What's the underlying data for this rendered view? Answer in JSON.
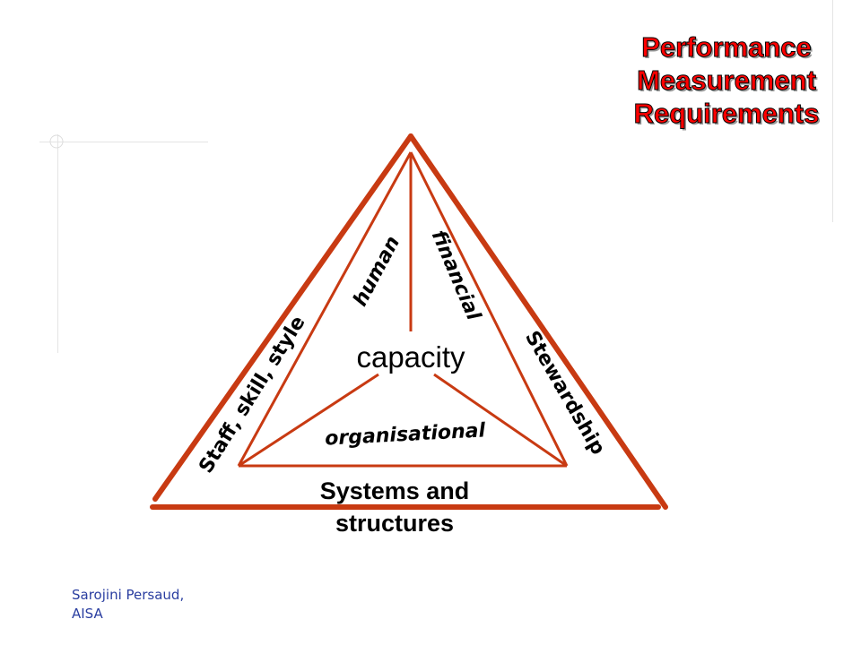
{
  "title": {
    "lines": [
      "Performance",
      "Measurement",
      "Requirements"
    ]
  },
  "diagram": {
    "center_label": "capacity",
    "labels": {
      "human": "human",
      "financial": "financial",
      "organisational": "organisational",
      "left_side": "Staff, skill, style",
      "right_side": "Stewardship"
    },
    "bottom_label": [
      "Systems and",
      "structures"
    ],
    "colors": {
      "outer_triangle": "#c83a12",
      "inner_lines": "#c83a12"
    }
  },
  "footer": {
    "lines": [
      "Sarojini Persaud,",
      "AISA"
    ]
  },
  "colors": {
    "title_fill": "#ff0000",
    "footer_text": "#2a3ea0"
  }
}
